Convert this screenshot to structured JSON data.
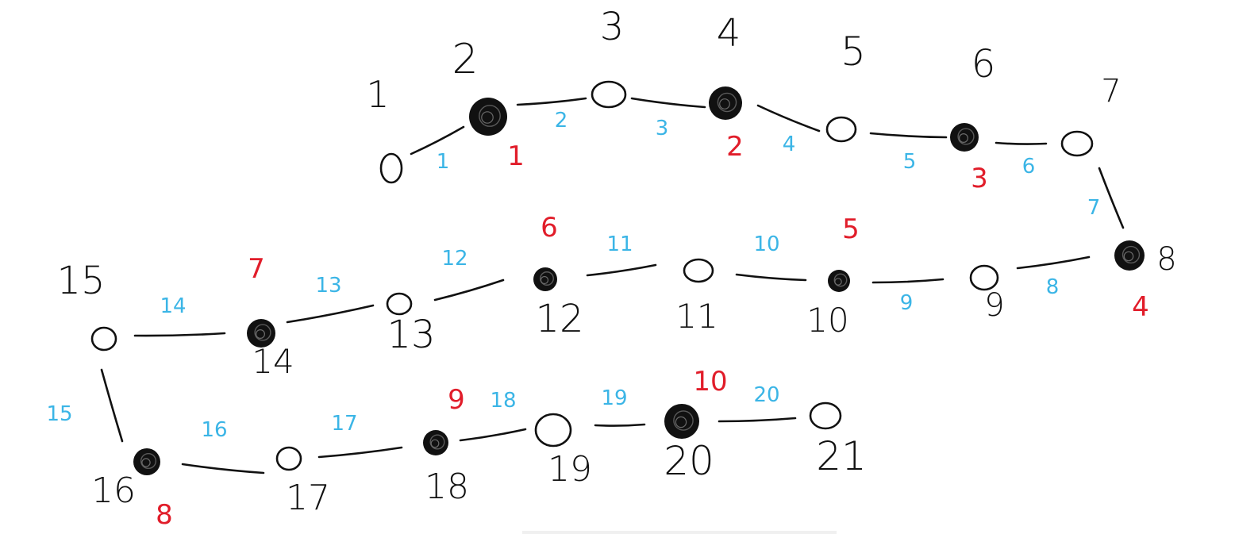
{
  "colors": {
    "ink": "#111111",
    "edge_label": "#3bb5e6",
    "count_label": "#e11d2a"
  },
  "nodes": [
    {
      "id": 1,
      "label": "1",
      "filled": false,
      "count": ""
    },
    {
      "id": 2,
      "label": "2",
      "filled": true,
      "count": "1"
    },
    {
      "id": 3,
      "label": "3",
      "filled": false,
      "count": ""
    },
    {
      "id": 4,
      "label": "4",
      "filled": true,
      "count": "2"
    },
    {
      "id": 5,
      "label": "5",
      "filled": false,
      "count": ""
    },
    {
      "id": 6,
      "label": "6",
      "filled": true,
      "count": "3"
    },
    {
      "id": 7,
      "label": "7",
      "filled": false,
      "count": ""
    },
    {
      "id": 8,
      "label": "8",
      "filled": true,
      "count": "4"
    },
    {
      "id": 9,
      "label": "9",
      "filled": false,
      "count": ""
    },
    {
      "id": 10,
      "label": "10",
      "filled": true,
      "count": "5"
    },
    {
      "id": 11,
      "label": "11",
      "filled": false,
      "count": ""
    },
    {
      "id": 12,
      "label": "12",
      "filled": true,
      "count": "6"
    },
    {
      "id": 13,
      "label": "13",
      "filled": false,
      "count": ""
    },
    {
      "id": 14,
      "label": "14",
      "filled": true,
      "count": "7"
    },
    {
      "id": 15,
      "label": "15",
      "filled": false,
      "count": ""
    },
    {
      "id": 16,
      "label": "16",
      "filled": true,
      "count": "8"
    },
    {
      "id": 17,
      "label": "17",
      "filled": false,
      "count": ""
    },
    {
      "id": 18,
      "label": "18",
      "filled": true,
      "count": "9"
    },
    {
      "id": 19,
      "label": "19",
      "filled": false,
      "count": ""
    },
    {
      "id": 20,
      "label": "20",
      "filled": true,
      "count": "10"
    },
    {
      "id": 21,
      "label": "21",
      "filled": false,
      "count": ""
    }
  ],
  "edges": [
    {
      "from": 1,
      "to": 2,
      "label": "1"
    },
    {
      "from": 2,
      "to": 3,
      "label": "2"
    },
    {
      "from": 3,
      "to": 4,
      "label": "3"
    },
    {
      "from": 4,
      "to": 5,
      "label": "4"
    },
    {
      "from": 5,
      "to": 6,
      "label": "5"
    },
    {
      "from": 6,
      "to": 7,
      "label": "6"
    },
    {
      "from": 7,
      "to": 8,
      "label": "7"
    },
    {
      "from": 8,
      "to": 9,
      "label": "8"
    },
    {
      "from": 9,
      "to": 10,
      "label": "9"
    },
    {
      "from": 10,
      "to": 11,
      "label": "10"
    },
    {
      "from": 11,
      "to": 12,
      "label": "11"
    },
    {
      "from": 12,
      "to": 13,
      "label": "12"
    },
    {
      "from": 13,
      "to": 14,
      "label": "13"
    },
    {
      "from": 14,
      "to": 15,
      "label": "14"
    },
    {
      "from": 15,
      "to": 16,
      "label": "15"
    },
    {
      "from": 16,
      "to": 17,
      "label": "16"
    },
    {
      "from": 17,
      "to": 18,
      "label": "17"
    },
    {
      "from": 18,
      "to": 19,
      "label": "18"
    },
    {
      "from": 19,
      "to": 20,
      "label": "19"
    },
    {
      "from": 20,
      "to": 21,
      "label": "20"
    }
  ]
}
